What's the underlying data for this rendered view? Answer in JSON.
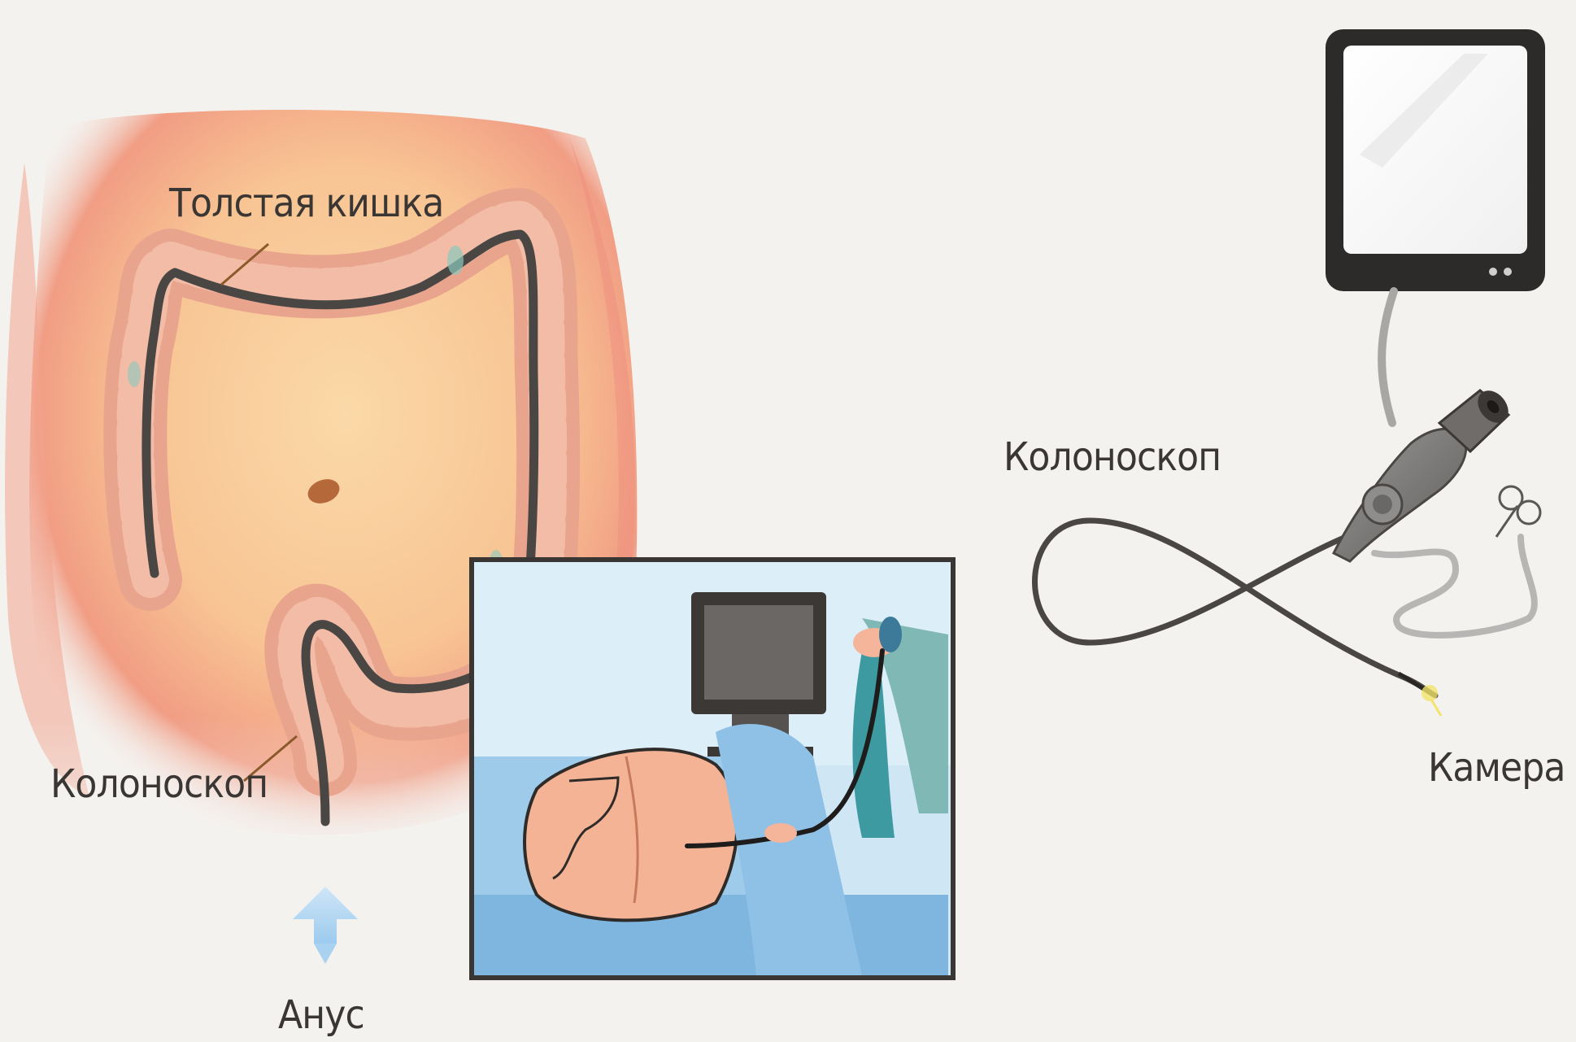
{
  "labels": {
    "colon": "Толстая кишка",
    "colonoscope_left": "Колоноскоп",
    "anus": "Анус",
    "colonoscope_right": "Колоноскоп",
    "camera": "Камера"
  },
  "colors": {
    "background": "#f4f2ef",
    "skin": "#f7c79a",
    "skin_edge": "#ee8877",
    "colon": "#e8a08a",
    "scope": "#4a4644",
    "monitor_frame": "#2d2b2a",
    "drape_blue": "#8fc4e6",
    "text": "#3a3634"
  },
  "icons": [
    "torso-illustration",
    "colon-diagram",
    "procedure-scene",
    "monitor-icon",
    "endoscope-device-icon",
    "arrow-up-icon"
  ]
}
